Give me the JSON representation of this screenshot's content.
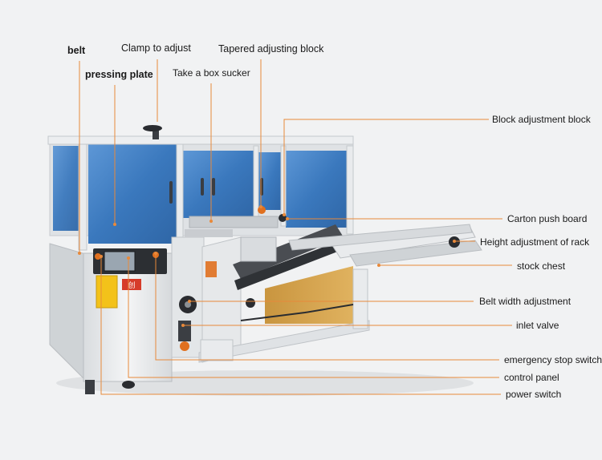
{
  "diagram": {
    "labels": {
      "belt": "belt",
      "clamp_to_adjust": "Clamp to adjust",
      "tapered_adjusting_block": "Tapered adjusting block",
      "pressing_plate": "pressing plate",
      "take_a_box_sucker": "Take a box sucker",
      "block_adjustment_block": "Block adjustment block",
      "carton_push_board": "Carton push board",
      "height_adjustment_of_rack": "Height adjustment of rack",
      "stock_chest": "stock chest",
      "belt_width_adjustment": "Belt width adjustment",
      "inlet_valve": "inlet valve",
      "emergency_stop_switch": "emergency stop switch",
      "control_panel": "control panel",
      "power_switch": "power switch"
    },
    "colors": {
      "leader_line": "#e8893a",
      "frame": "#e4e6e8",
      "glass": "#3f7fc4",
      "body": "#eceeef",
      "conveyor": "#4a4d52"
    },
    "machine_marking": "创"
  }
}
